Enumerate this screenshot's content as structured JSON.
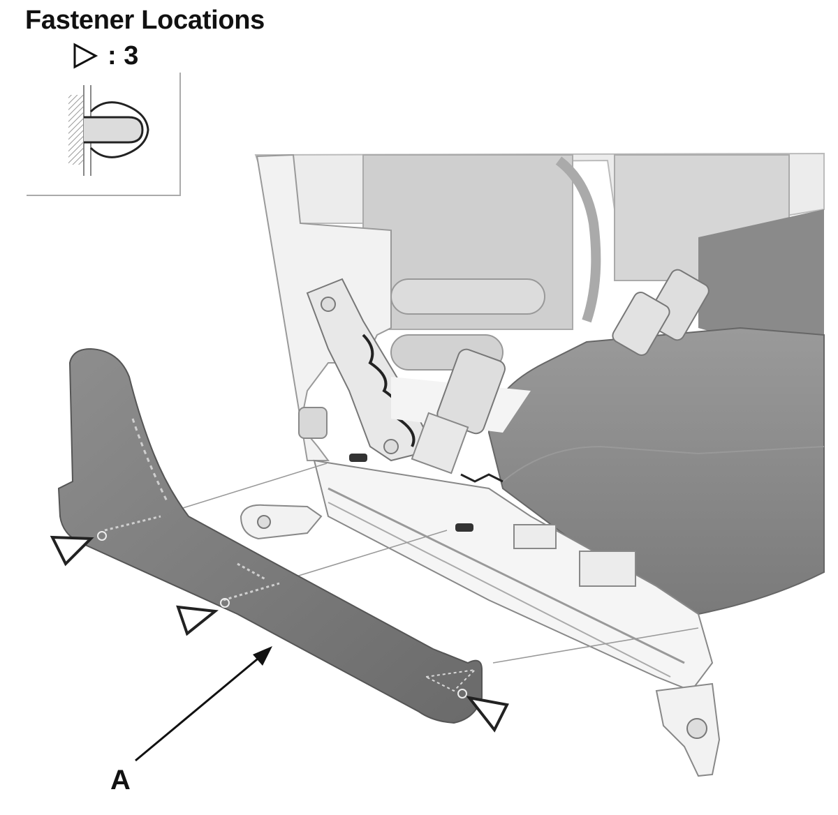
{
  "diagram": {
    "title": "Fastener Locations",
    "legend": {
      "symbol_icon": "open-triangle-marker",
      "count_text": ": 3"
    },
    "callout_label": "A",
    "fastener_count": 3,
    "colors": {
      "cover": "#7c7c7c",
      "seat_cushion": "#8a8a8a",
      "frame": "#eaeaea",
      "outline": "#333333",
      "text": "#111111"
    }
  }
}
